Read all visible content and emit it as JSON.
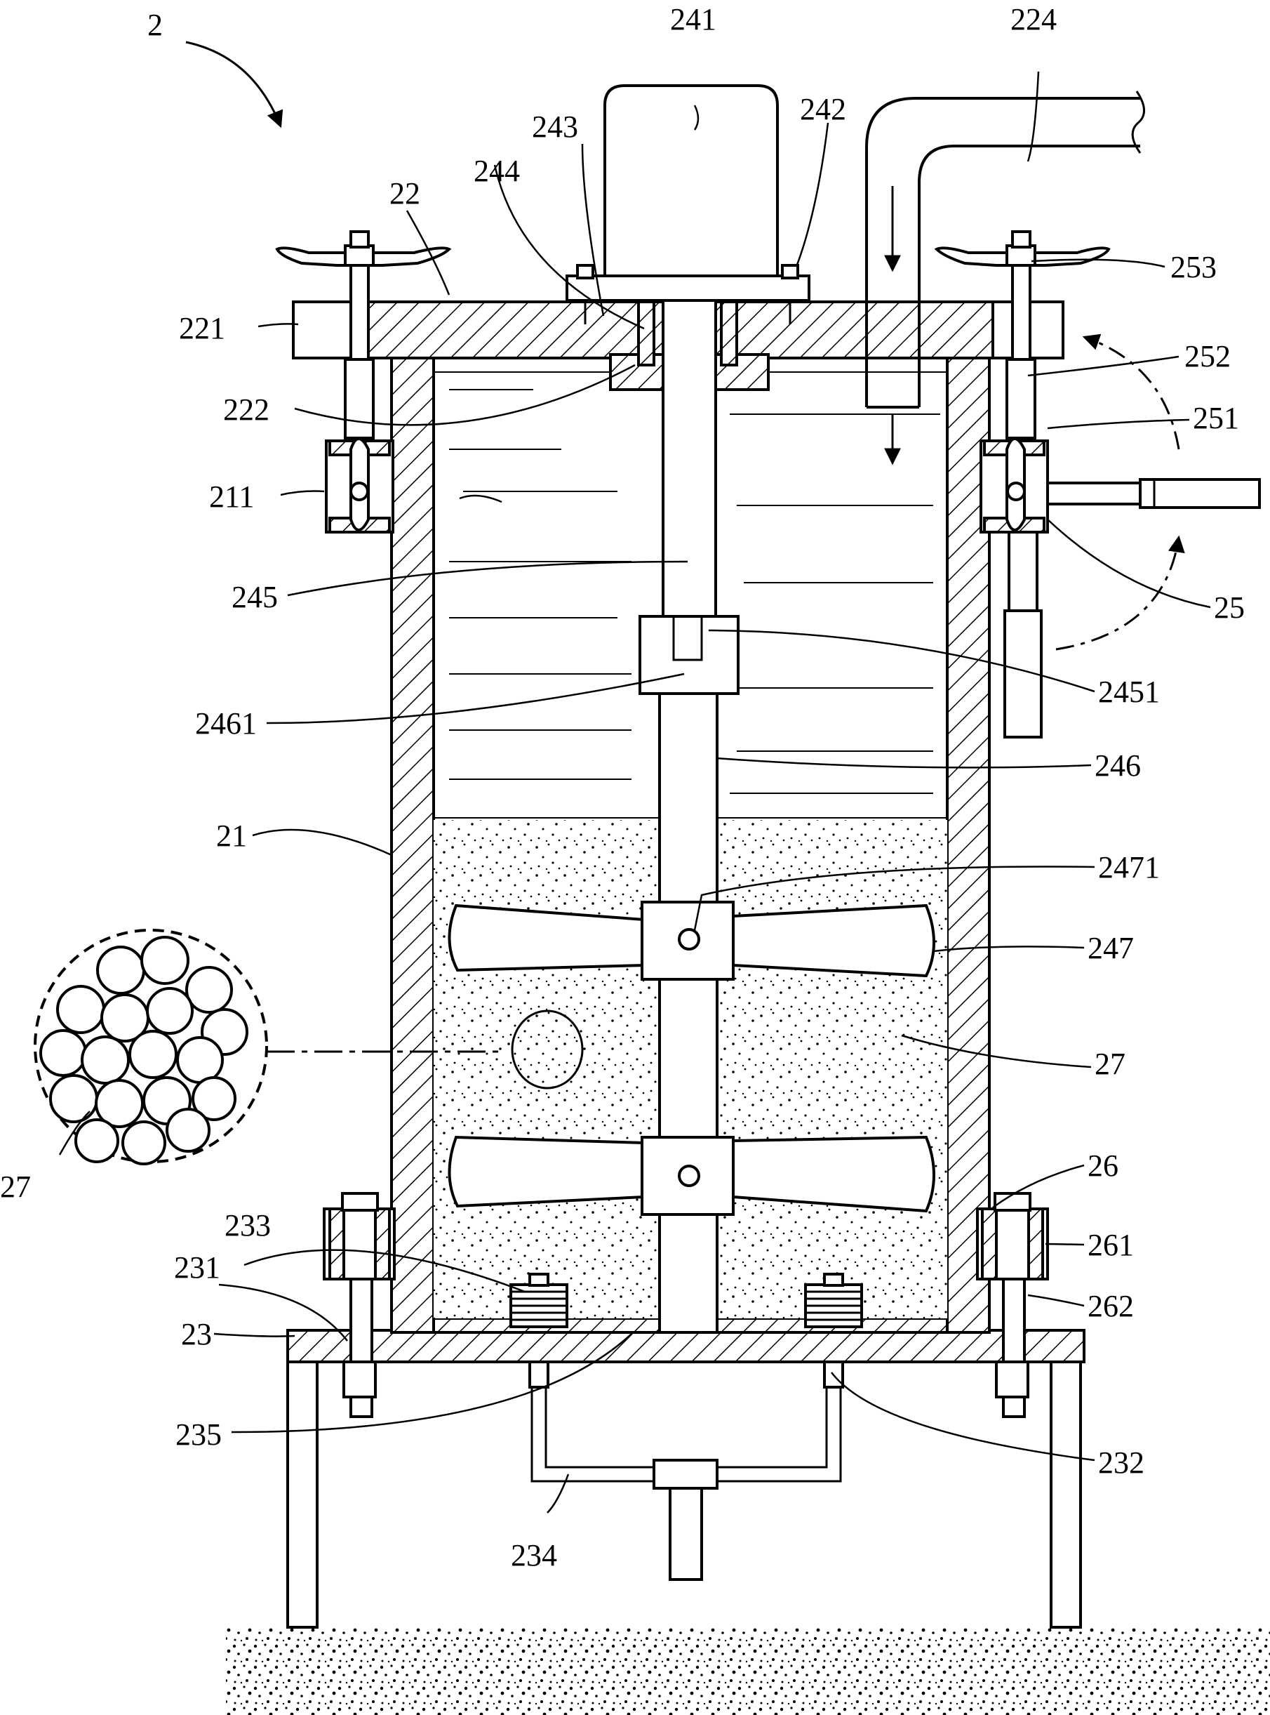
{
  "figure": {
    "ref": "2",
    "labels": {
      "l241": "241",
      "l224": "224",
      "l243": "243",
      "l242": "242",
      "l244": "244",
      "l22": "22",
      "l253": "253",
      "l221": "221",
      "l252": "252",
      "l222": "222",
      "l251": "251",
      "l211": "211",
      "l245": "245",
      "l25": "25",
      "l2451": "2451",
      "l2461": "2461",
      "l246": "246",
      "l21": "21",
      "l2471": "2471",
      "l247": "247",
      "l27a": "27",
      "l27b": "27",
      "l26": "26",
      "l233": "233",
      "l231": "231",
      "l261": "261",
      "l262": "262",
      "l23": "23",
      "l235": "235",
      "l232": "232",
      "l234": "234"
    }
  }
}
